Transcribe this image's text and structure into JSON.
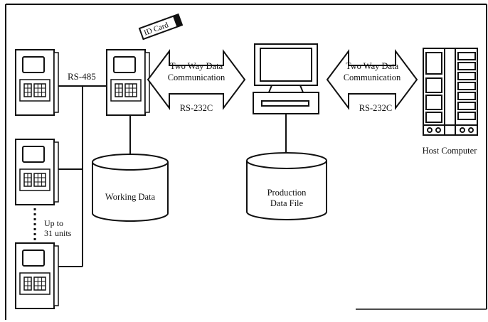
{
  "labels": {
    "id_card": "ID Card",
    "rs485": "RS-485",
    "left_arrow_line1": "Two Way Data",
    "left_arrow_line2": "Communication",
    "left_arrow_port": "RS-232C",
    "right_arrow_line1": "Two Way Data",
    "right_arrow_line2": "Communication",
    "right_arrow_port": "RS-232C",
    "working_data": "Working Data",
    "production_line1": "Production",
    "production_line2": "Data File",
    "host_computer": "Host Computer",
    "up_to_line1": "Up to",
    "up_to_line2": "31 units"
  }
}
